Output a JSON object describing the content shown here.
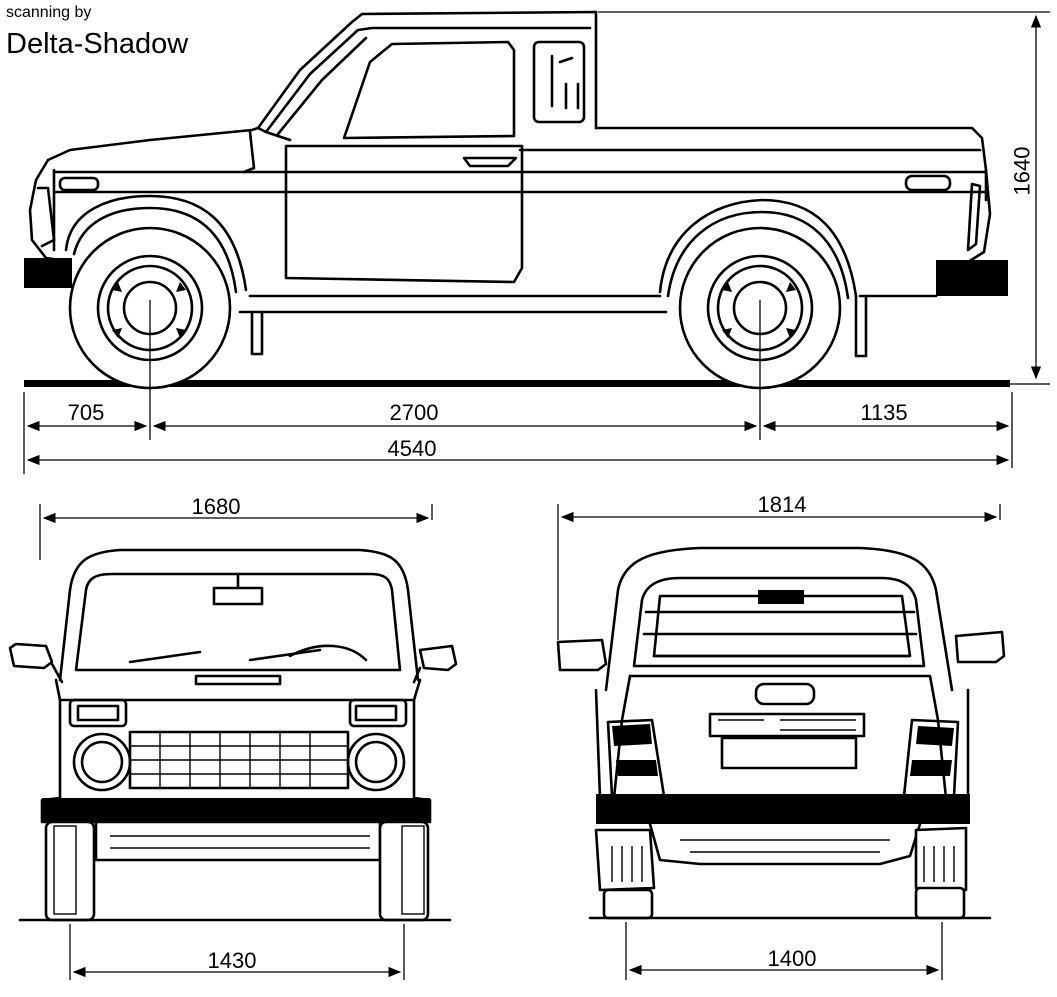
{
  "credit": {
    "line1": "scanning by",
    "line2": "Delta-Shadow"
  },
  "dimensions": {
    "front_overhang": "705",
    "wheelbase": "2700",
    "rear_overhang": "1135",
    "overall_length": "4540",
    "height": "1640",
    "front_width": "1680",
    "rear_width": "1814",
    "front_track": "1430",
    "rear_track": "1400"
  }
}
